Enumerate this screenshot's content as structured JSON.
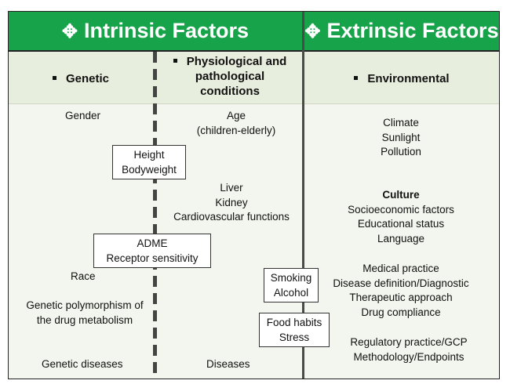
{
  "header": {
    "diamond_icon": "✥",
    "intrinsic_title": "Intrinsic Factors",
    "extrinsic_title": "Extrinsic Factors"
  },
  "subheaders": {
    "genetic": "Genetic",
    "physio_line1": "Physiological and",
    "physio_line2": "pathological",
    "physio_line3": "conditions",
    "environmental": "Environmental"
  },
  "genetic_items": {
    "gender": "Gender",
    "race": "Race",
    "polymorphism_line1": "Genetic polymorphism of",
    "polymorphism_line2": "the drug metabolism",
    "diseases": "Genetic diseases"
  },
  "physio_items": {
    "age": "Age",
    "age_range": "(children-elderly)",
    "liver": "Liver",
    "kidney": "Kidney",
    "cardio": "Cardiovascular functions",
    "diseases": "Diseases"
  },
  "shared_boxes": {
    "height": "Height",
    "bodyweight": "Bodyweight",
    "adme": "ADME",
    "receptor": "Receptor sensitivity",
    "smoking": "Smoking",
    "alcohol": "Alcohol",
    "food_habits": "Food habits",
    "stress": "Stress"
  },
  "environmental_items": {
    "climate": "Climate",
    "sunlight": "Sunlight",
    "pollution": "Pollution",
    "culture": "Culture",
    "socioeconomic": "Socioeconomic factors",
    "educational": "Educational status",
    "language": "Language",
    "medical_practice": "Medical practice",
    "disease_definition": "Disease definition/Diagnostic",
    "therapeutic": "Therapeutic approach",
    "compliance": "Drug compliance",
    "regulatory": "Regulatory practice/GCP",
    "methodology": "Methodology/Endpoints"
  },
  "colors": {
    "header_green": "#17a34a",
    "subheader_bg": "#e8eedd",
    "body_bg": "#f3f6ee"
  }
}
